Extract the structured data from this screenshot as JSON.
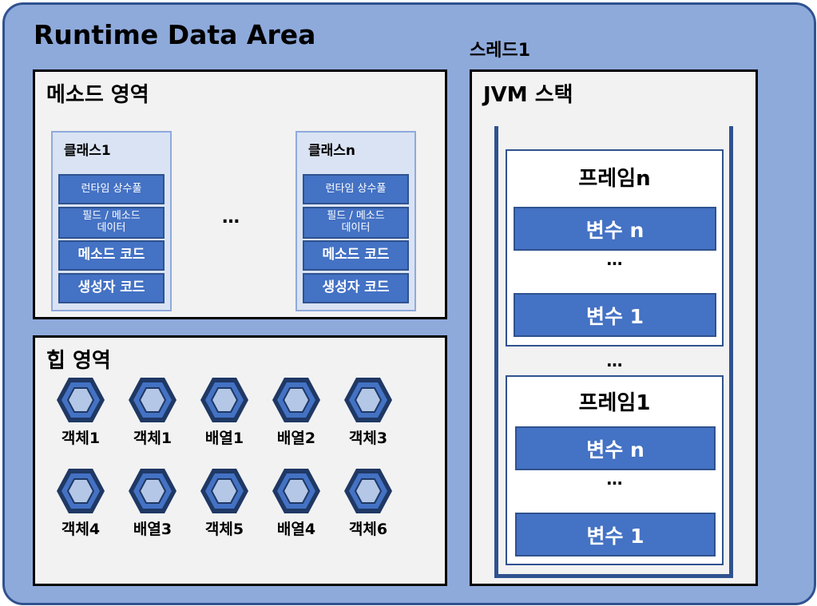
{
  "title": "Runtime Data Area",
  "thread_label": "스레드1",
  "method_area": {
    "title": "메소드 영역",
    "ellipsis": "…",
    "classes": [
      {
        "name": "클래스1",
        "runtime_pool": "런타임 상수풀",
        "field_method_line1": "필드 / 메소드",
        "field_method_line2": "데이터",
        "method_code": "메소드 코드",
        "constructor_code": "생성자 코드"
      },
      {
        "name": "클래스n",
        "runtime_pool": "런타임 상수풀",
        "field_method_line1": "필드 / 메소드",
        "field_method_line2": "데이터",
        "method_code": "메소드 코드",
        "constructor_code": "생성자 코드"
      }
    ]
  },
  "heap_area": {
    "title": "힙 영역",
    "objects_row1": [
      "객체1",
      "객체1",
      "배열1",
      "배열2",
      "객체3"
    ],
    "objects_row2": [
      "객체4",
      "배열3",
      "객체5",
      "배열4",
      "객체6"
    ],
    "object_icon": "hexagon-object-icon"
  },
  "jvm_stack": {
    "title": "JVM 스택",
    "frames": [
      {
        "title": "프레임n",
        "var_top": "변수 n",
        "dots": "…",
        "var_bottom": "변수 1"
      },
      {
        "title": "프레임1",
        "var_top": "변수 n",
        "dots": "…",
        "var_bottom": "변수 1"
      }
    ],
    "between_frames": "…"
  },
  "colors": {
    "outer_bg": "#8eaadb",
    "outer_border": "#2f528f",
    "cell_fill": "#4472c4",
    "class_bg": "#dae3f3",
    "hex_outer": "#1f3864",
    "hex_mid": "#4472c4",
    "hex_inner": "#b4c7e7"
  }
}
